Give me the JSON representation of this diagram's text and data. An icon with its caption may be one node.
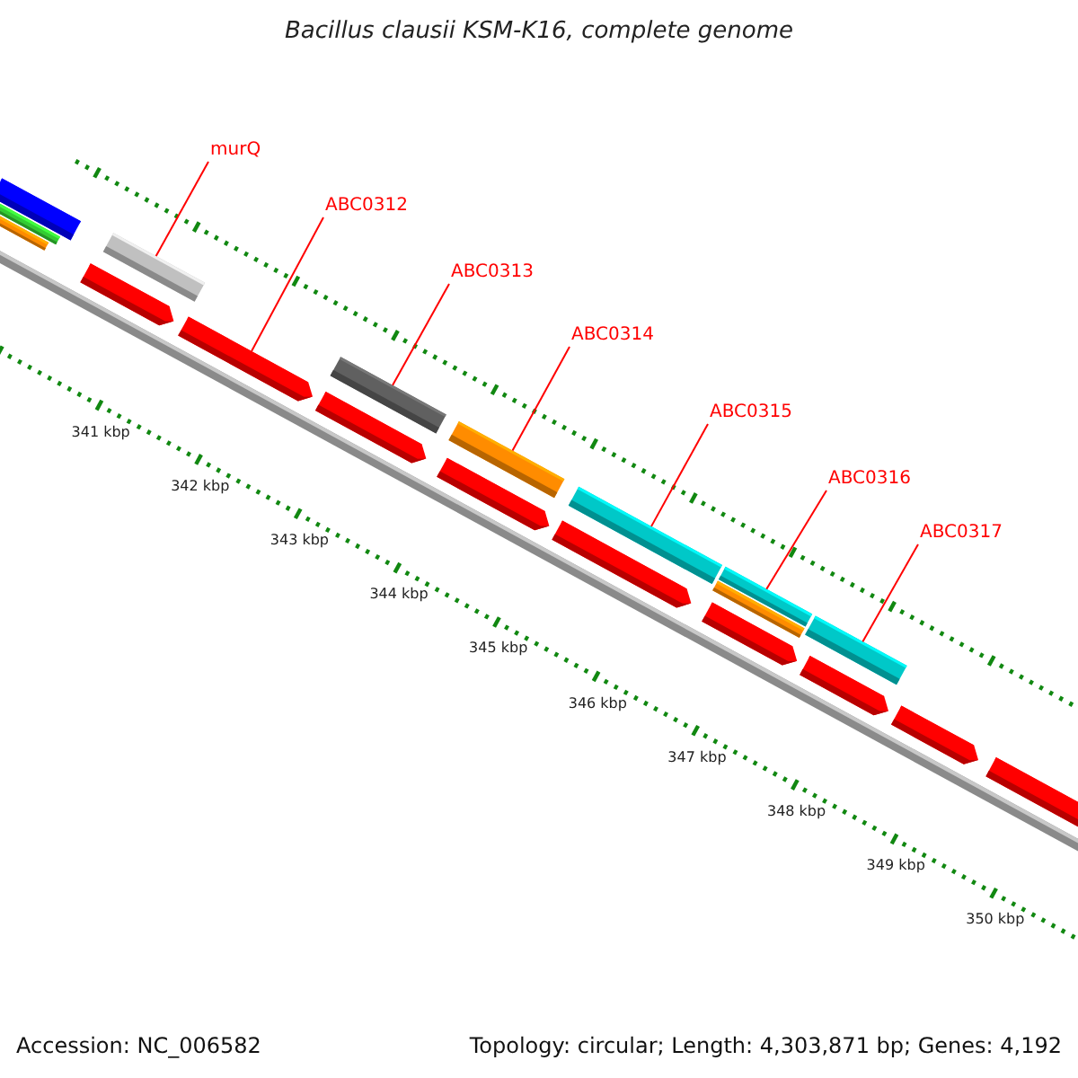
{
  "diagram": {
    "title": "Bacillus clausii KSM-K16, complete genome",
    "nodes": [
      {
        "text": [
          "murQ"
        ]
      },
      {
        "text": [
          "ABC0312"
        ]
      },
      {
        "text": [
          "ABC0313"
        ]
      },
      {
        "text": [
          "ABC0314"
        ]
      },
      {
        "text": [
          "ABC0315"
        ]
      },
      {
        "text": [
          "ABC0316"
        ]
      },
      {
        "text": [
          "ABC0317"
        ]
      },
      {
        "text": [],
        "shape": "bar"
      },
      {
        "text": [],
        "shape": "bar"
      },
      {
        "text": [],
        "shape": "bar"
      },
      {
        "text": [],
        "shape": "bar"
      },
      {
        "text": [],
        "shape": "bar"
      },
      {
        "text": [],
        "shape": "bar"
      },
      {
        "text": [],
        "shape": "bar"
      }
    ],
    "edges": [
      {
        "from": 0,
        "to": 7,
        "arrow": "none"
      },
      {
        "from": 1,
        "to": 8,
        "arrow": "none"
      },
      {
        "from": 2,
        "to": 9,
        "arrow": "none"
      },
      {
        "from": 3,
        "to": 10,
        "arrow": "none"
      },
      {
        "from": 4,
        "to": 11,
        "arrow": "none"
      },
      {
        "from": 5,
        "to": 12,
        "arrow": "none"
      },
      {
        "from": 6,
        "to": 13,
        "arrow": "none"
      }
    ],
    "labels": [
      "341 kbp",
      "342 kbp",
      "343 kbp",
      "344 kbp",
      "345 kbp",
      "346 kbp",
      "347 kbp",
      "348 kbp",
      "349 kbp",
      "350 kbp",
      "Accession: NC_006582",
      "Topology: circular; Length: 4,303,871 bp; Genes: 4,192"
    ]
  }
}
